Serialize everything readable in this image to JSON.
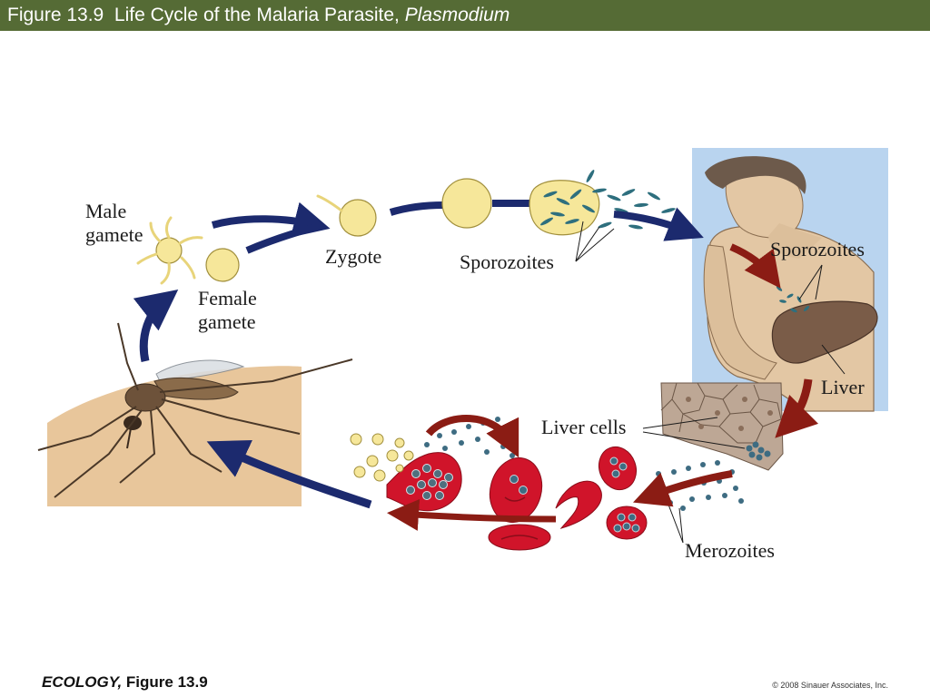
{
  "header": {
    "figure_number": "Figure 13.9",
    "title_text": "Life Cycle of the Malaria Parasite,",
    "title_genus": "Plasmodium"
  },
  "labels": {
    "male_gamete_1": "Male",
    "male_gamete_2": "gamete",
    "female_gamete_1": "Female",
    "female_gamete_2": "gamete",
    "zygote": "Zygote",
    "sporozoites_mosquito": "Sporozoites",
    "sporozoites_human": "Sporozoites",
    "liver": "Liver",
    "liver_cells": "Liver cells",
    "merozoites": "Merozoites"
  },
  "footer": {
    "book": "ECOLOGY,",
    "figure": "Figure 13.9",
    "copyright": "© 2008 Sinauer Associates, Inc."
  },
  "colors": {
    "title_bar": "#556b35",
    "arrow_blue": "#1c2a6e",
    "arrow_red": "#8b1c14",
    "blood_cell": "#d0142a",
    "gamete": "#f6e79a",
    "human_bg": "#b9d4ef",
    "skin": "#e3c7a4",
    "sporozoite": "#2e6f7e"
  }
}
